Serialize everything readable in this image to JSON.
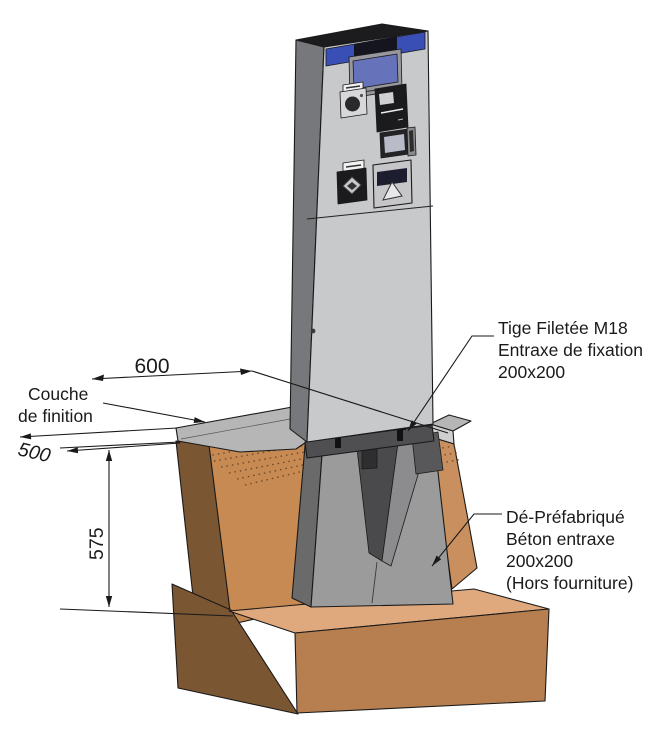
{
  "dimensions": {
    "d600": "600",
    "d500": "500",
    "d575": "575"
  },
  "labels": {
    "finish": {
      "l1": "Couche",
      "l2": "de finition"
    },
    "tige": {
      "l1": "Tige Filetée M18",
      "l2": "Entraxe de fixation",
      "l3": "200x200"
    },
    "de": {
      "l1": "Dé-Préfabriqué",
      "l2": "Béton entraxe",
      "l3": "200x200",
      "l4": "(Hors fourniture)"
    }
  },
  "colors": {
    "line": "#1A1A1A",
    "soil_pit": "#C68A52",
    "soil_pit_right": "#C98F5E",
    "soil_top": "#E0A87D",
    "soil_front": "#B77F50",
    "soil_dark": "#7B5632",
    "concrete": "#9B9B9B",
    "concrete_dark": "#6A6A6A",
    "concrete_top": "#7E7E7E",
    "v_dark": "#4A4A4C",
    "v_mid": "#8C8C8E",
    "slab": "#B6B6B6",
    "slab_edge": "#CFCFCF",
    "machine_front": "#C8C9CB",
    "machine_side": "#77787C",
    "machine_top": "#1C1C1E",
    "band_blue": "#3A4FB5",
    "screen_blue": "#6673BB",
    "module_dark": "#1B1B1D",
    "plinth": "#4F4F52"
  }
}
